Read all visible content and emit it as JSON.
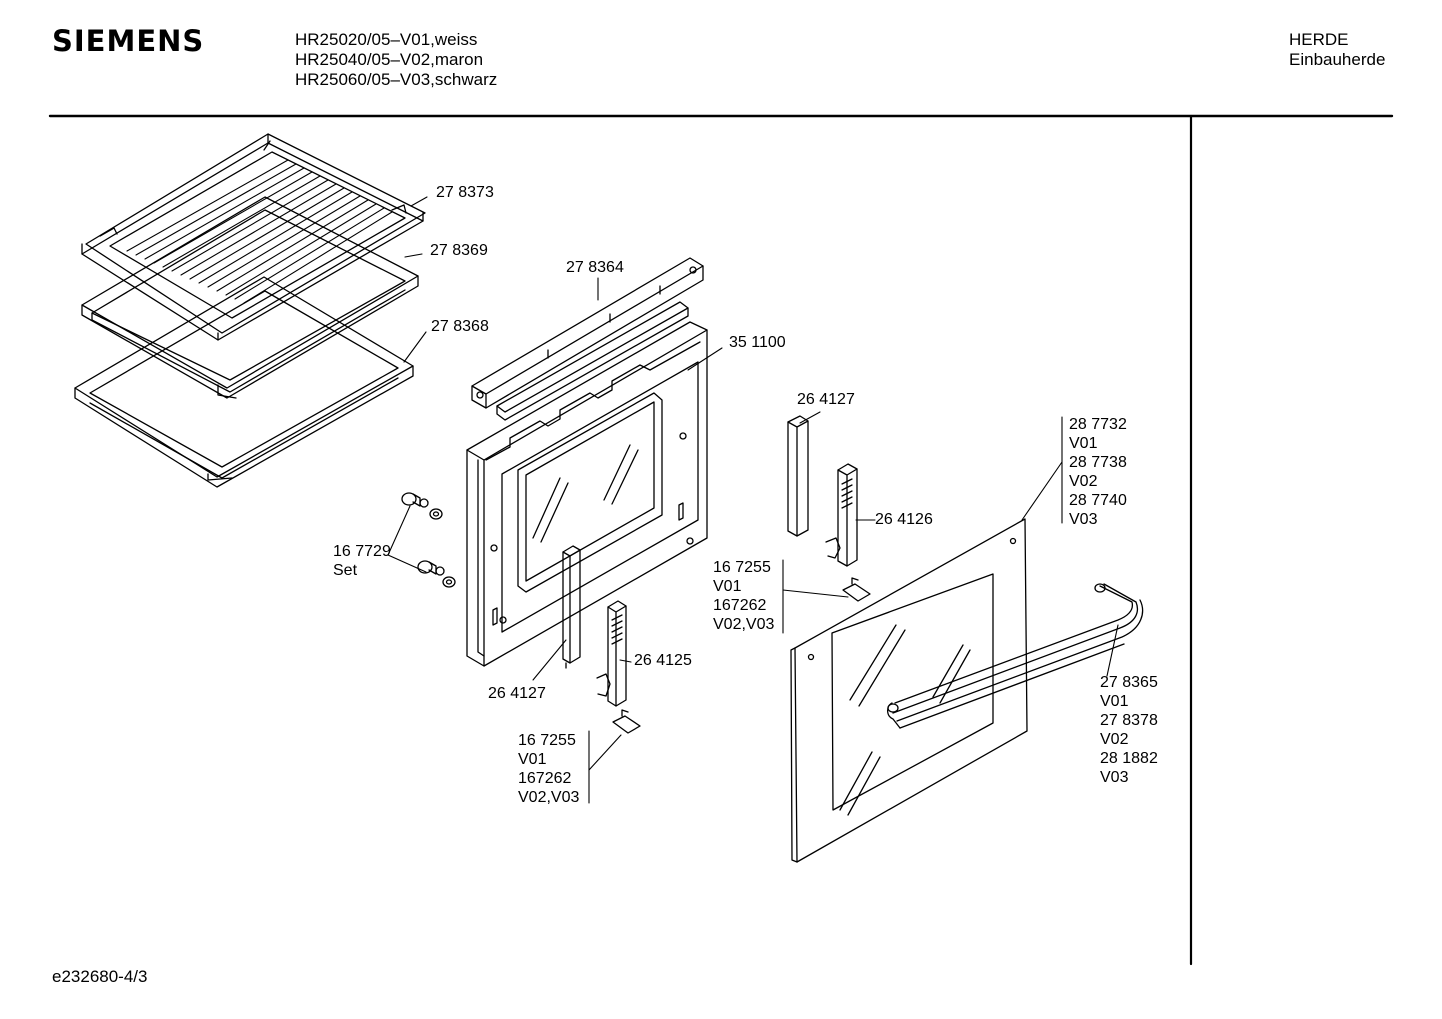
{
  "header": {
    "brand": "SIEMENS",
    "models": [
      "HR25020/05–V01,weiss",
      "HR25040/05–V02,maron",
      "HR25060/05–V03,schwarz"
    ],
    "category": [
      "HERDE",
      "Einbauherde"
    ]
  },
  "footer": {
    "doc_id": "e232680-4/3"
  },
  "parts": {
    "p278373": "27 8373",
    "p278369": "27 8369",
    "p278368": "27 8368",
    "p278364": "27 8364",
    "p351100": "35 1100",
    "p167729": [
      "16 7729",
      "Set"
    ],
    "p264127_left": "26 4127",
    "p264125": "26 4125",
    "p167255_left": [
      "16 7255",
      "V01",
      "167262",
      "V02,V03"
    ],
    "p264127_right": "26 4127",
    "p264126": "26 4126",
    "p167255_right": [
      "16 7255",
      "V01",
      "167262",
      "V02,V03"
    ],
    "p287732": [
      "28 7732",
      "V01",
      "28 7738",
      "V02",
      "28 7740",
      "V03"
    ],
    "p278365": [
      "27 8365",
      "V01",
      "27 8378",
      "V02",
      "28 1882",
      "V03"
    ]
  },
  "colors": {
    "ink": "#000000",
    "paper": "#ffffff"
  }
}
